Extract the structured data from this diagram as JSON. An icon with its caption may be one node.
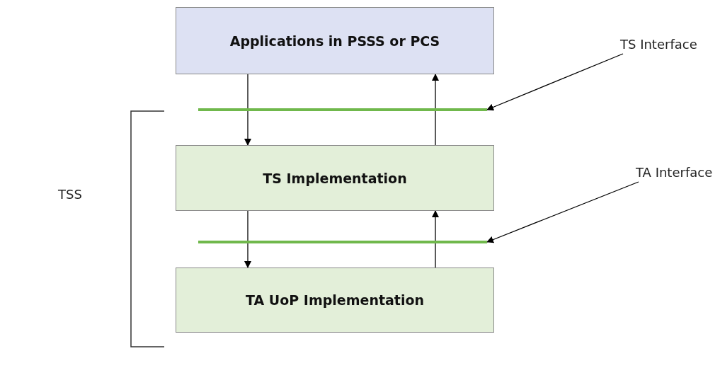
{
  "diagram": {
    "nodes": [
      {
        "text": [
          "Applications in PSSS or PCS"
        ]
      },
      {
        "text": [
          "TS Interface"
        ]
      },
      {
        "text": [],
        "shape": "bar"
      },
      {
        "text": [
          "TS Implementation"
        ]
      },
      {
        "text": [
          "TA Interface"
        ]
      },
      {
        "text": [],
        "shape": "bar"
      },
      {
        "text": [
          "TA UoP Implementation"
        ]
      }
    ],
    "edges": [
      {
        "from": 0,
        "to": 3,
        "arrow": "to"
      },
      {
        "from": 3,
        "to": 0,
        "arrow": "to"
      },
      {
        "from": 1,
        "to": 2,
        "arrow": "to"
      },
      {
        "from": 3,
        "to": 6,
        "arrow": "to"
      },
      {
        "from": 6,
        "to": 3,
        "arrow": "to"
      },
      {
        "from": 4,
        "to": 5,
        "arrow": "to"
      }
    ],
    "labels": [
      "TSS"
    ]
  }
}
